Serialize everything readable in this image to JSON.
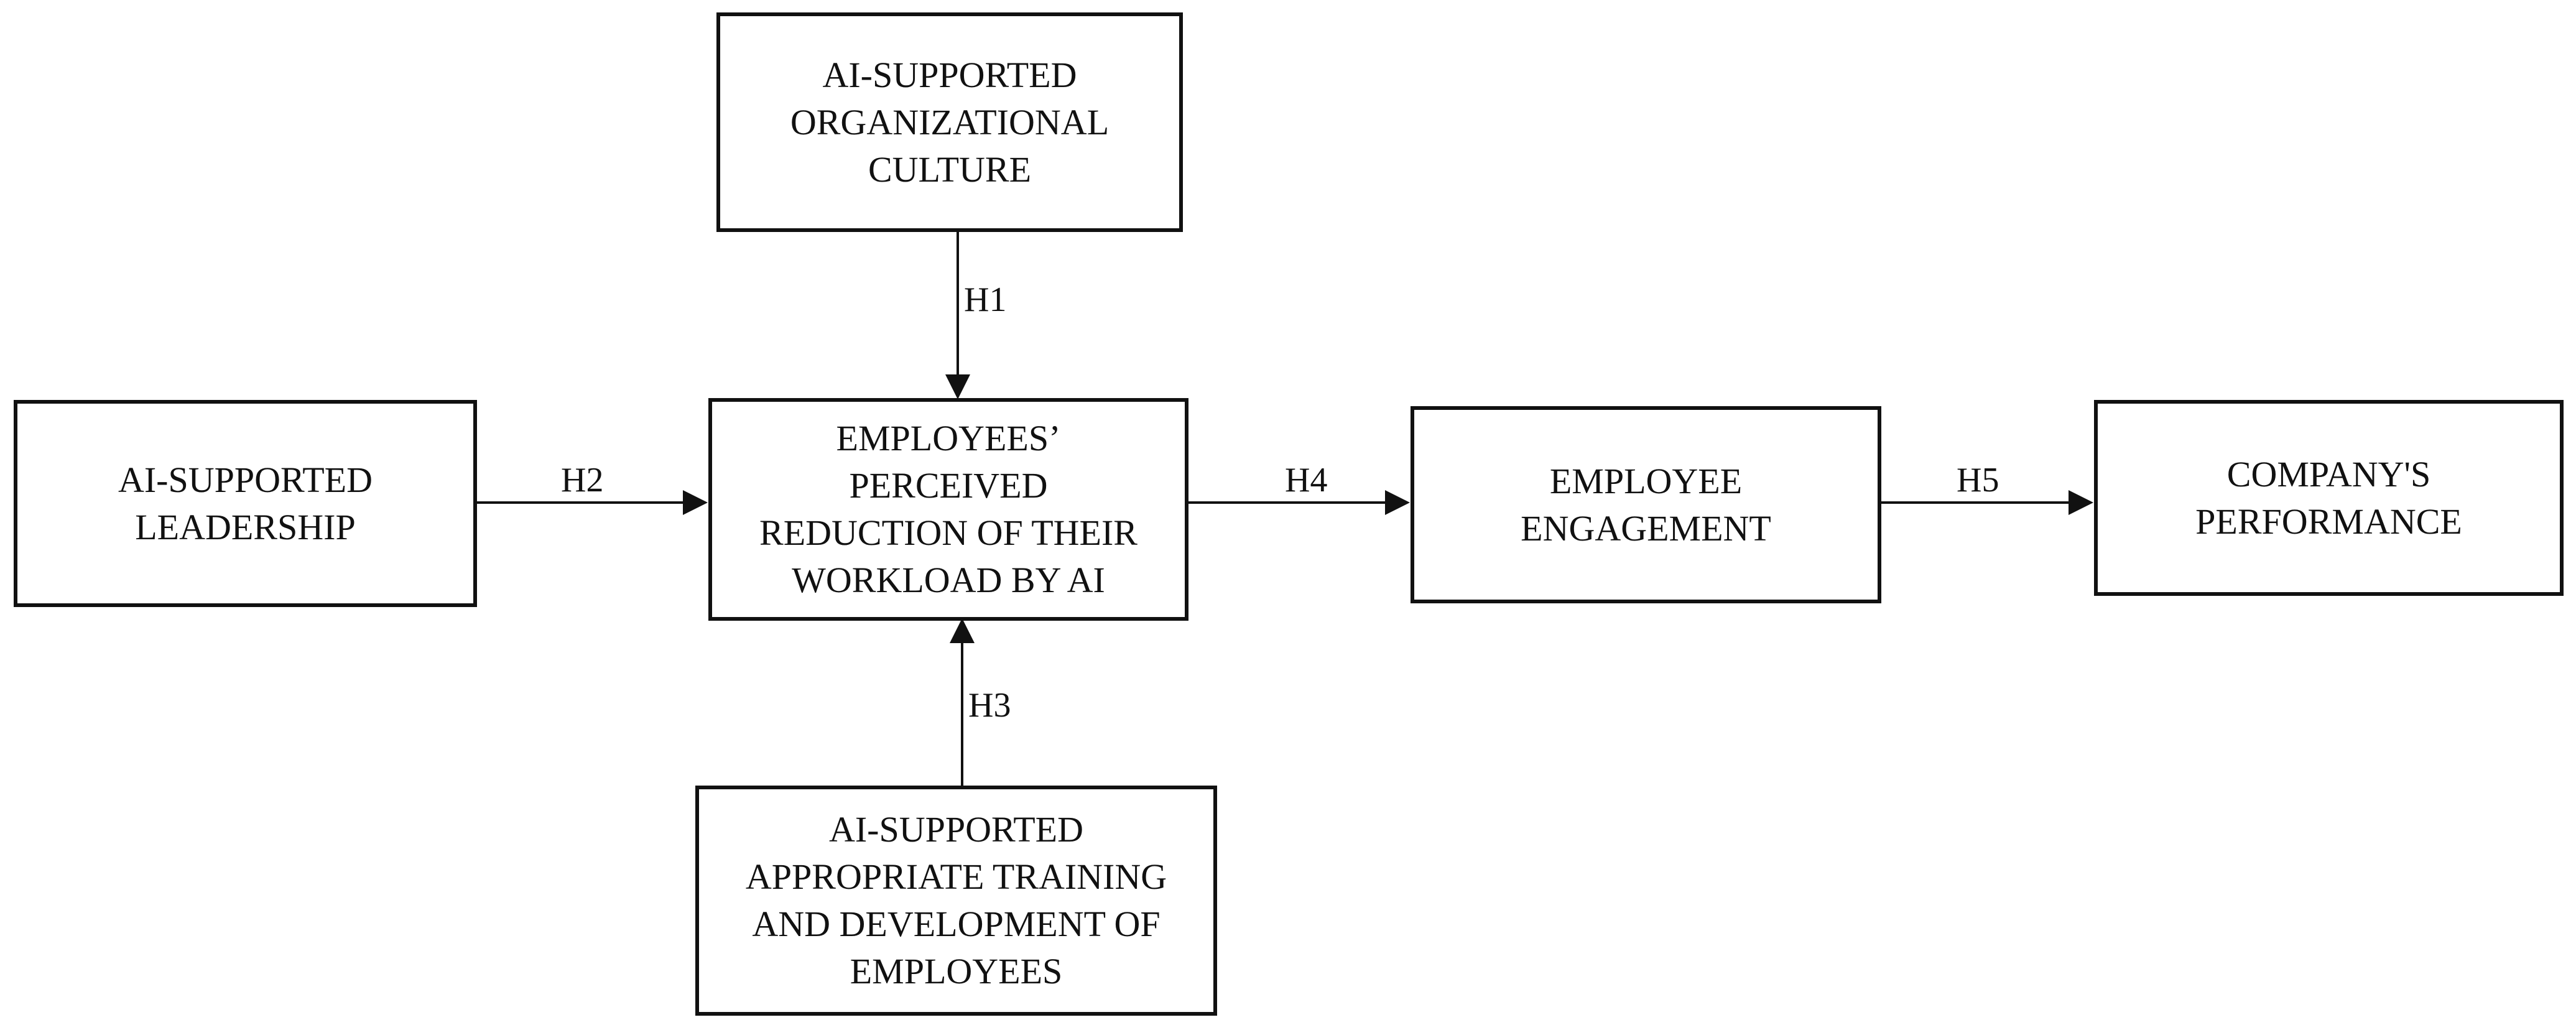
{
  "diagram": {
    "nodes": {
      "culture": "AI-SUPPORTED\nORGANIZATIONAL\nCULTURE",
      "leadership": "AI-SUPPORTED\nLEADERSHIP",
      "reduction": "EMPLOYEES’\nPERCEIVED\nREDUCTION OF THEIR\nWORKLOAD BY AI",
      "training": "AI-SUPPORTED\nAPPROPRIATE TRAINING\nAND DEVELOPMENT OF\nEMPLOYEES",
      "engagement": "EMPLOYEE\nENGAGEMENT",
      "performance": "COMPANY'S\nPERFORMANCE"
    },
    "edges": {
      "h1": "H1",
      "h2": "H2",
      "h3": "H3",
      "h4": "H4",
      "h5": "H5"
    },
    "colors": {
      "stroke": "#111111",
      "background": "#ffffff"
    }
  }
}
